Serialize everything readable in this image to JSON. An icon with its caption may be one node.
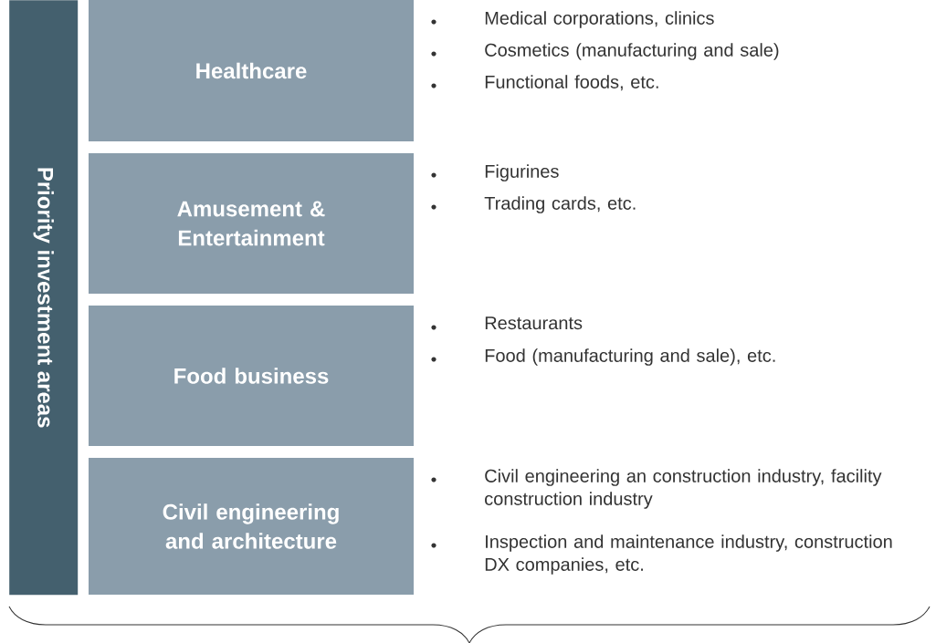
{
  "diagram": {
    "nodes": [
      {
        "text": [
          "Priority investment areas"
        ]
      },
      {
        "text": [
          "Healthcare"
        ],
        "beside": [
          "Medical corporations, clinics",
          "Cosmetics (manufacturing and sale)",
          "Functional foods, etc."
        ]
      },
      {
        "text": [
          "Amusement & Entertainment"
        ],
        "beside": [
          "Figurines",
          "Trading cards, etc."
        ]
      },
      {
        "text": [
          "Food business"
        ],
        "beside": [
          "Restaurants",
          "Food (manufacturing and sale), etc."
        ]
      },
      {
        "text": [
          "Civil engineering and architecture"
        ],
        "beside": [
          "Civil engineering an construction industry, facility construction industry",
          "Inspection and maintenance industry, construction DX companies, etc."
        ]
      }
    ]
  }
}
